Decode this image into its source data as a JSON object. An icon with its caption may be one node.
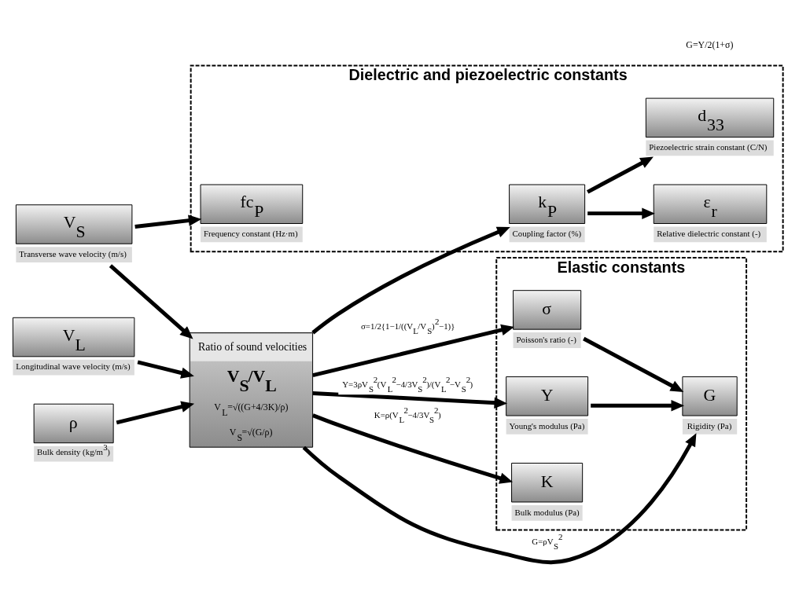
{
  "diagram": {
    "nodes": [
      {
        "text": [
          "Dielectric and piezoelectric constants"
        ]
      },
      {
        "text": [
          "ε$_{r}$"
        ],
        "in": 0,
        "beside": [
          "Relative dielectric constant (-)"
        ]
      },
      {
        "text": [
          "d$_{33}$"
        ],
        "in": 0,
        "beside": [
          "Piezoelectric strain constant (C/N)"
        ]
      },
      {
        "text": [
          "fc$_{P}$"
        ],
        "in": 0,
        "beside": [
          "Frequency constant (Hz·m)"
        ]
      },
      {
        "text": [
          "k$_{P}$"
        ],
        "in": 0,
        "beside": [
          "Coupling factor (%)"
        ]
      },
      {
        "text": [
          "Elastic constants"
        ]
      },
      {
        "text": [
          "σ"
        ],
        "in": 5,
        "beside": [
          "Poisson's ratio (-)"
        ]
      },
      {
        "text": [
          "G"
        ],
        "in": 5,
        "beside": [
          "Rigidity (Pa)"
        ]
      },
      {
        "text": [
          "Y"
        ],
        "in": 5,
        "beside": [
          "Young's modulus (Pa)"
        ]
      },
      {
        "text": [
          "K"
        ],
        "in": 5,
        "beside": [
          "Bulk modulus (Pa)"
        ]
      },
      {
        "text": [
          "Ratio of sound velocities",
          "V$_{S}$/V$_{L}$",
          "V$_{L}$=√((G+4/3K)/ρ)",
          "V$_{S}$=√(G/ρ)"
        ]
      },
      {
        "text": [
          "V$_{S}$"
        ],
        "beside": [
          "Transverse wave velocity (m/s)"
        ]
      },
      {
        "text": [
          "V$_{L}$"
        ],
        "beside": [
          "Longitudinal wave velocity (m/s)"
        ]
      },
      {
        "text": [
          "ρ"
        ],
        "beside": [
          "Bulk density (kg/m$^{3}$)"
        ]
      }
    ],
    "edges": [
      {
        "from": 4,
        "to": 1,
        "arrow": "to"
      },
      {
        "from": 4,
        "to": 2,
        "arrow": "to"
      },
      {
        "from": 10,
        "to": 4,
        "arrow": "to"
      },
      {
        "from": 11,
        "to": 3,
        "arrow": "to"
      },
      {
        "from": 11,
        "to": 10,
        "arrow": "to"
      },
      {
        "from": 12,
        "to": 10,
        "arrow": "to"
      },
      {
        "from": 13,
        "to": 10,
        "arrow": "to"
      },
      {
        "from": 10,
        "to": 6,
        "arrow": "to",
        "label": "σ=1/2{1−1/((V$_{L}$/V$_{S}$)$^{2}$−1)}"
      },
      {
        "from": 10,
        "to": 7,
        "arrow": "to",
        "label": "G=ρV$_{S}$$^{2}$"
      },
      {
        "from": 10,
        "to": 8,
        "arrow": "to",
        "label": "Y=3ρV$_{S}$$^{2}$(V$_{L}$$^{2}$−4/3V$_{S}$$^{2}$)/(V$_{L}$$^{2}$−V$_{S}$$^{2}$)"
      },
      {
        "from": 10,
        "to": 9,
        "arrow": "to",
        "label": "K=ρ(V$_{L}$$^{2}$−4/3V$_{S}$$^{2}$)"
      },
      {
        "from": 6,
        "to": 7,
        "arrow": "to"
      },
      {
        "from": 8,
        "to": 7,
        "arrow": "to"
      }
    ],
    "labels": [
      "G=Y/2(1+σ)"
    ]
  }
}
